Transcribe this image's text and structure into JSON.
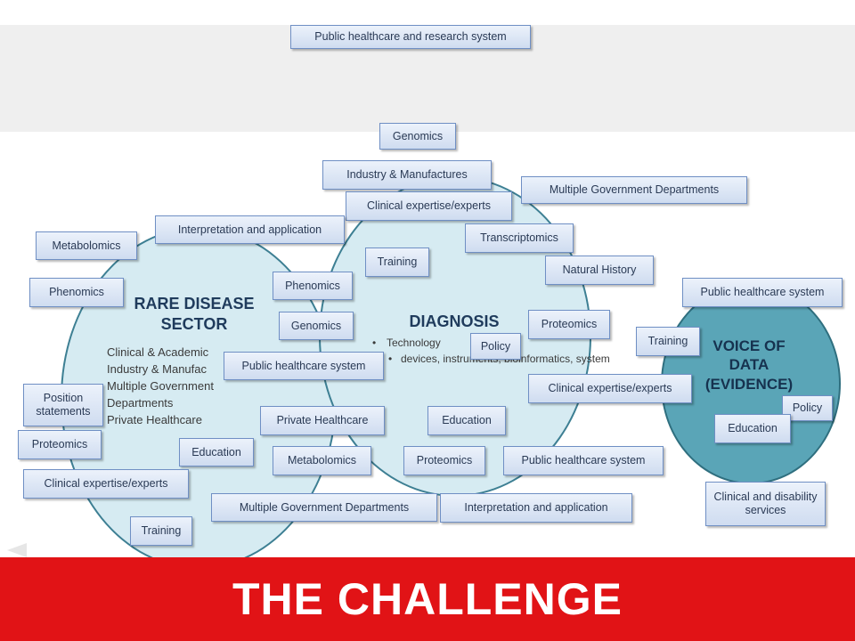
{
  "diagram": {
    "top_label": "Public healthcare and research system",
    "circles": {
      "rare_disease": {
        "title": "RARE DISEASE SECTOR",
        "items": [
          "Clinical & Academic",
          "Industry & Manufac",
          "Multiple Government",
          "Departments",
          "Private Healthcare"
        ]
      },
      "diagnosis": {
        "title": "DIAGNOSIS",
        "bullet": "Technology",
        "sub_bullet": "devices, instruments, bioinformatics, system"
      },
      "voice": {
        "title": "VOICE OF DATA (EVIDENCE)"
      }
    },
    "boxes": {
      "genomics_top": "Genomics",
      "industry": "Industry & Manufactures",
      "multi_gov_top": "Multiple Government Departments",
      "clinical_top": "Clinical expertise/experts",
      "interp_left": "Interpretation and application",
      "transcriptomics": "Transcriptomics",
      "metabolomics_left": "Metabolomics",
      "natural_history": "Natural History",
      "training_mid": "Training",
      "phenomics_left": "Phenomics",
      "phenomics_mid": "Phenomics",
      "public_hc_right": "Public healthcare system",
      "genomics_mid": "Genomics",
      "proteomics_right": "Proteomics",
      "training_right": "Training",
      "policy_mid": "Policy",
      "public_hc_mid": "Public healthcare system",
      "position": "Position statements",
      "clinical_right": "Clinical expertise/experts",
      "policy_right": "Policy",
      "private_hc": "Private Healthcare",
      "education_mid": "Education",
      "education_right": "Education",
      "proteomics_left": "Proteomics",
      "education_left": "Education",
      "metabolomics_mid": "Metabolomics",
      "proteomics_mid": "Proteomics",
      "public_hc_bottom": "Public healthcare system",
      "clinical_left": "Clinical expertise/experts",
      "clinical_disability": "Clinical and disability services",
      "multi_gov_bottom": "Multiple Government Departments",
      "interp_bottom": "Interpretation and application",
      "training_left": "Training"
    }
  },
  "banner": {
    "text": "THE CHALLENGE"
  }
}
